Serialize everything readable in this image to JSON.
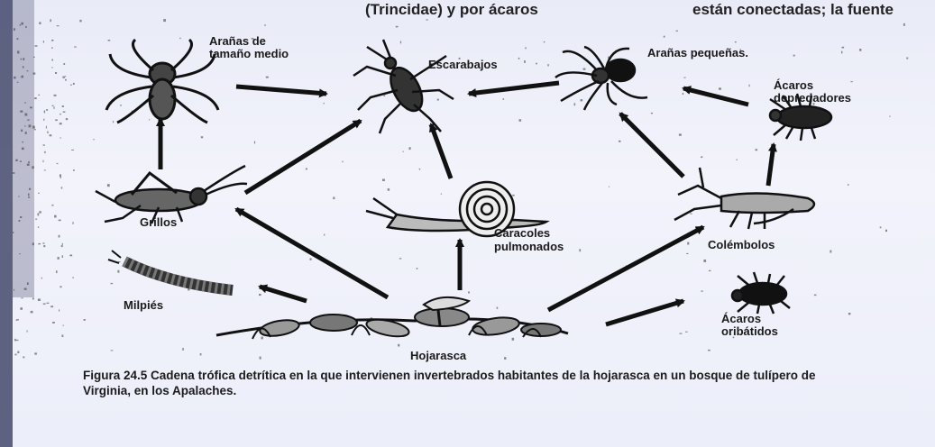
{
  "header_fragment": {
    "left": "(Trincidae) y por ácaros",
    "right": "están conectadas; la fuente"
  },
  "nodes": {
    "aranas_medio": [
      "Arañas de",
      "tamaño medio"
    ],
    "escarabajos": [
      "Escarabajos"
    ],
    "aranas_pequenas": [
      "Arañas pequeñas."
    ],
    "acaros_depredadores": [
      "Ácaros",
      "depredadores"
    ],
    "grillos": [
      "Grillos"
    ],
    "caracoles": [
      "Caracoles",
      "pulmonados"
    ],
    "colembolos": [
      "Colémbolos"
    ],
    "milpies": [
      "Milpiés"
    ],
    "hojarasca": [
      "Hojarasca"
    ],
    "acaros_oribatidos": [
      "Ácaros",
      "oribátidos"
    ]
  },
  "icons": {
    "aranas_medio": "spider-icon",
    "escarabajos": "beetle-icon",
    "aranas_pequenas": "small-spider-icon",
    "acaros_depredadores": "predatory-mite-icon",
    "grillos": "cricket-icon",
    "caracoles": "snail-icon",
    "colembolos": "springtail-icon",
    "milpies": "millipede-icon",
    "hojarasca": "leaf-litter-icon",
    "acaros_oribatidos": "oribatid-mite-icon"
  },
  "edges": [
    {
      "from": "hojarasca",
      "to": "milpies"
    },
    {
      "from": "hojarasca",
      "to": "grillos"
    },
    {
      "from": "hojarasca",
      "to": "caracoles"
    },
    {
      "from": "hojarasca",
      "to": "colembolos"
    },
    {
      "from": "hojarasca",
      "to": "acaros_oribatidos"
    },
    {
      "from": "grillos",
      "to": "aranas_medio"
    },
    {
      "from": "grillos",
      "to": "escarabajos"
    },
    {
      "from": "caracoles",
      "to": "escarabajos"
    },
    {
      "from": "aranas_medio",
      "to": "escarabajos"
    },
    {
      "from": "aranas_pequenas",
      "to": "escarabajos"
    },
    {
      "from": "colembolos",
      "to": "aranas_pequenas"
    },
    {
      "from": "colembolos",
      "to": "acaros_depredadores"
    },
    {
      "from": "acaros_depredadores",
      "to": "aranas_pequenas"
    }
  ],
  "caption": {
    "label": "Figura 24.5",
    "text": "Cadena trófica detrítica en la que intervienen invertebrados habitantes de la hojarasca en un bosque de tulípero de Virginia, en los Apalaches."
  },
  "colors": {
    "ink": "#1a1a1a",
    "paper": "#eef0fb"
  }
}
